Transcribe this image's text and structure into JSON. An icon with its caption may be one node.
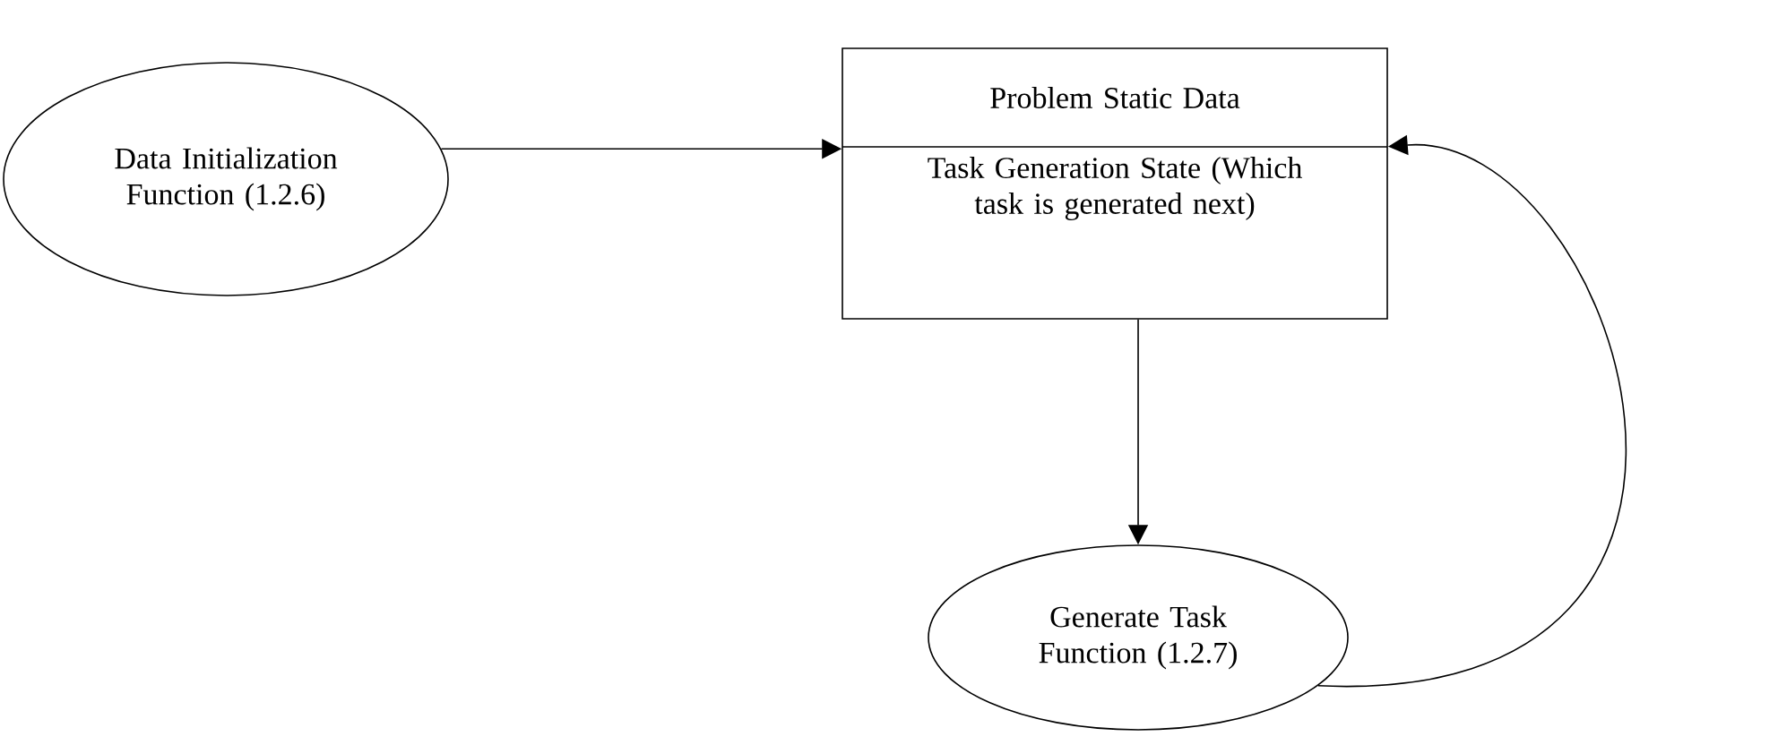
{
  "diagram": {
    "nodes": [
      {
        "text": [
          "Data Initialization Function (1.2.6)"
        ]
      },
      {
        "text": [
          "Problem Static Data",
          "Task Generation State (Which task is generated next)"
        ]
      },
      {
        "text": [
          "Generate Task Function (1.2.7)"
        ]
      }
    ],
    "edges": [
      {
        "from": 0,
        "to": 1,
        "arrow": "to"
      },
      {
        "from": 1,
        "to": 2,
        "arrow": "to"
      },
      {
        "from": 2,
        "to": 1,
        "arrow": "to"
      }
    ]
  }
}
